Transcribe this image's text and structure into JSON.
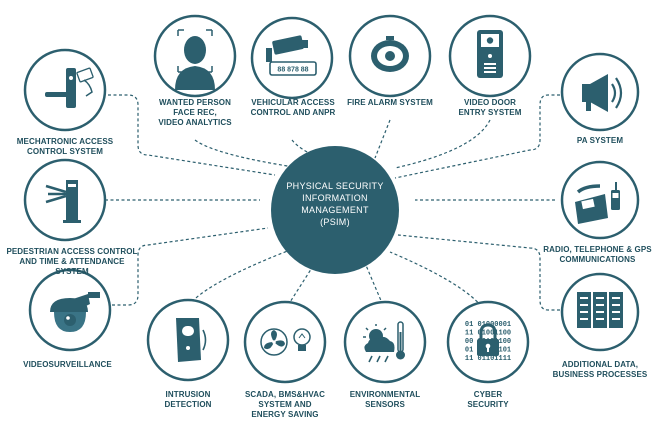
{
  "center": {
    "text": "PHYSICAL SECURITY\nINFORMATION\nMANAGEMENT\n(PSIM)"
  },
  "colors": {
    "primary": "#2c5f6e",
    "line": "#2c5f6e",
    "icon_bg": "#ffffff"
  },
  "nodes": [
    {
      "id": "face",
      "label": "WANTED PERSON\nFACE REC,\nVIDEO ANALYTICS",
      "icon": "face-recognition-icon"
    },
    {
      "id": "anpr",
      "label": "VEHICULAR ACCESS\nCONTROL AND ANPR",
      "icon": "anpr-camera-icon",
      "plate_text": "88 878 88"
    },
    {
      "id": "fire",
      "label": "FIRE ALARM SYSTEM",
      "icon": "smoke-detector-icon"
    },
    {
      "id": "door",
      "label": "VIDEO DOOR\nENTRY SYSTEM",
      "icon": "intercom-icon"
    },
    {
      "id": "pa",
      "label": "PA SYSTEM",
      "icon": "megaphone-icon"
    },
    {
      "id": "radio",
      "label": "RADIO, TELEPHONE & GPS\nCOMMUNICATIONS",
      "icon": "telephone-radio-icon"
    },
    {
      "id": "data",
      "label": "ADDITIONAL DATA,\nBUSINESS PROCESSES",
      "icon": "server-rack-icon"
    },
    {
      "id": "cyber",
      "label": "CYBER\nSECURITY",
      "icon": "binary-lock-icon",
      "binary": [
        "01 01000001",
        "11 01001100",
        "00 00101100",
        "01 10110101",
        "11 01101111"
      ]
    },
    {
      "id": "env",
      "label": "ENVIRONMENTAL\nSENSORS",
      "icon": "weather-thermometer-icon"
    },
    {
      "id": "scada",
      "label": "SCADA, BMS&HVAC\nSYSTEM AND\nENERGY SAVING",
      "icon": "fan-bulb-icon"
    },
    {
      "id": "intrusion",
      "label": "INTRUSION\nDETECTION",
      "icon": "motion-sensor-icon"
    },
    {
      "id": "video",
      "label": "VIDEOSURVEILLANCE",
      "icon": "dome-camera-icon"
    },
    {
      "id": "pedestrian",
      "label": "PEDESTRIAN ACCESS CONTROL\nAND TIME & ATTENDANCE SYSTEM",
      "icon": "turnstile-icon"
    },
    {
      "id": "mechatronic",
      "label": "MECHATRONIC ACCESS\nCONTROL SYSTEM",
      "icon": "card-door-handle-icon"
    }
  ]
}
